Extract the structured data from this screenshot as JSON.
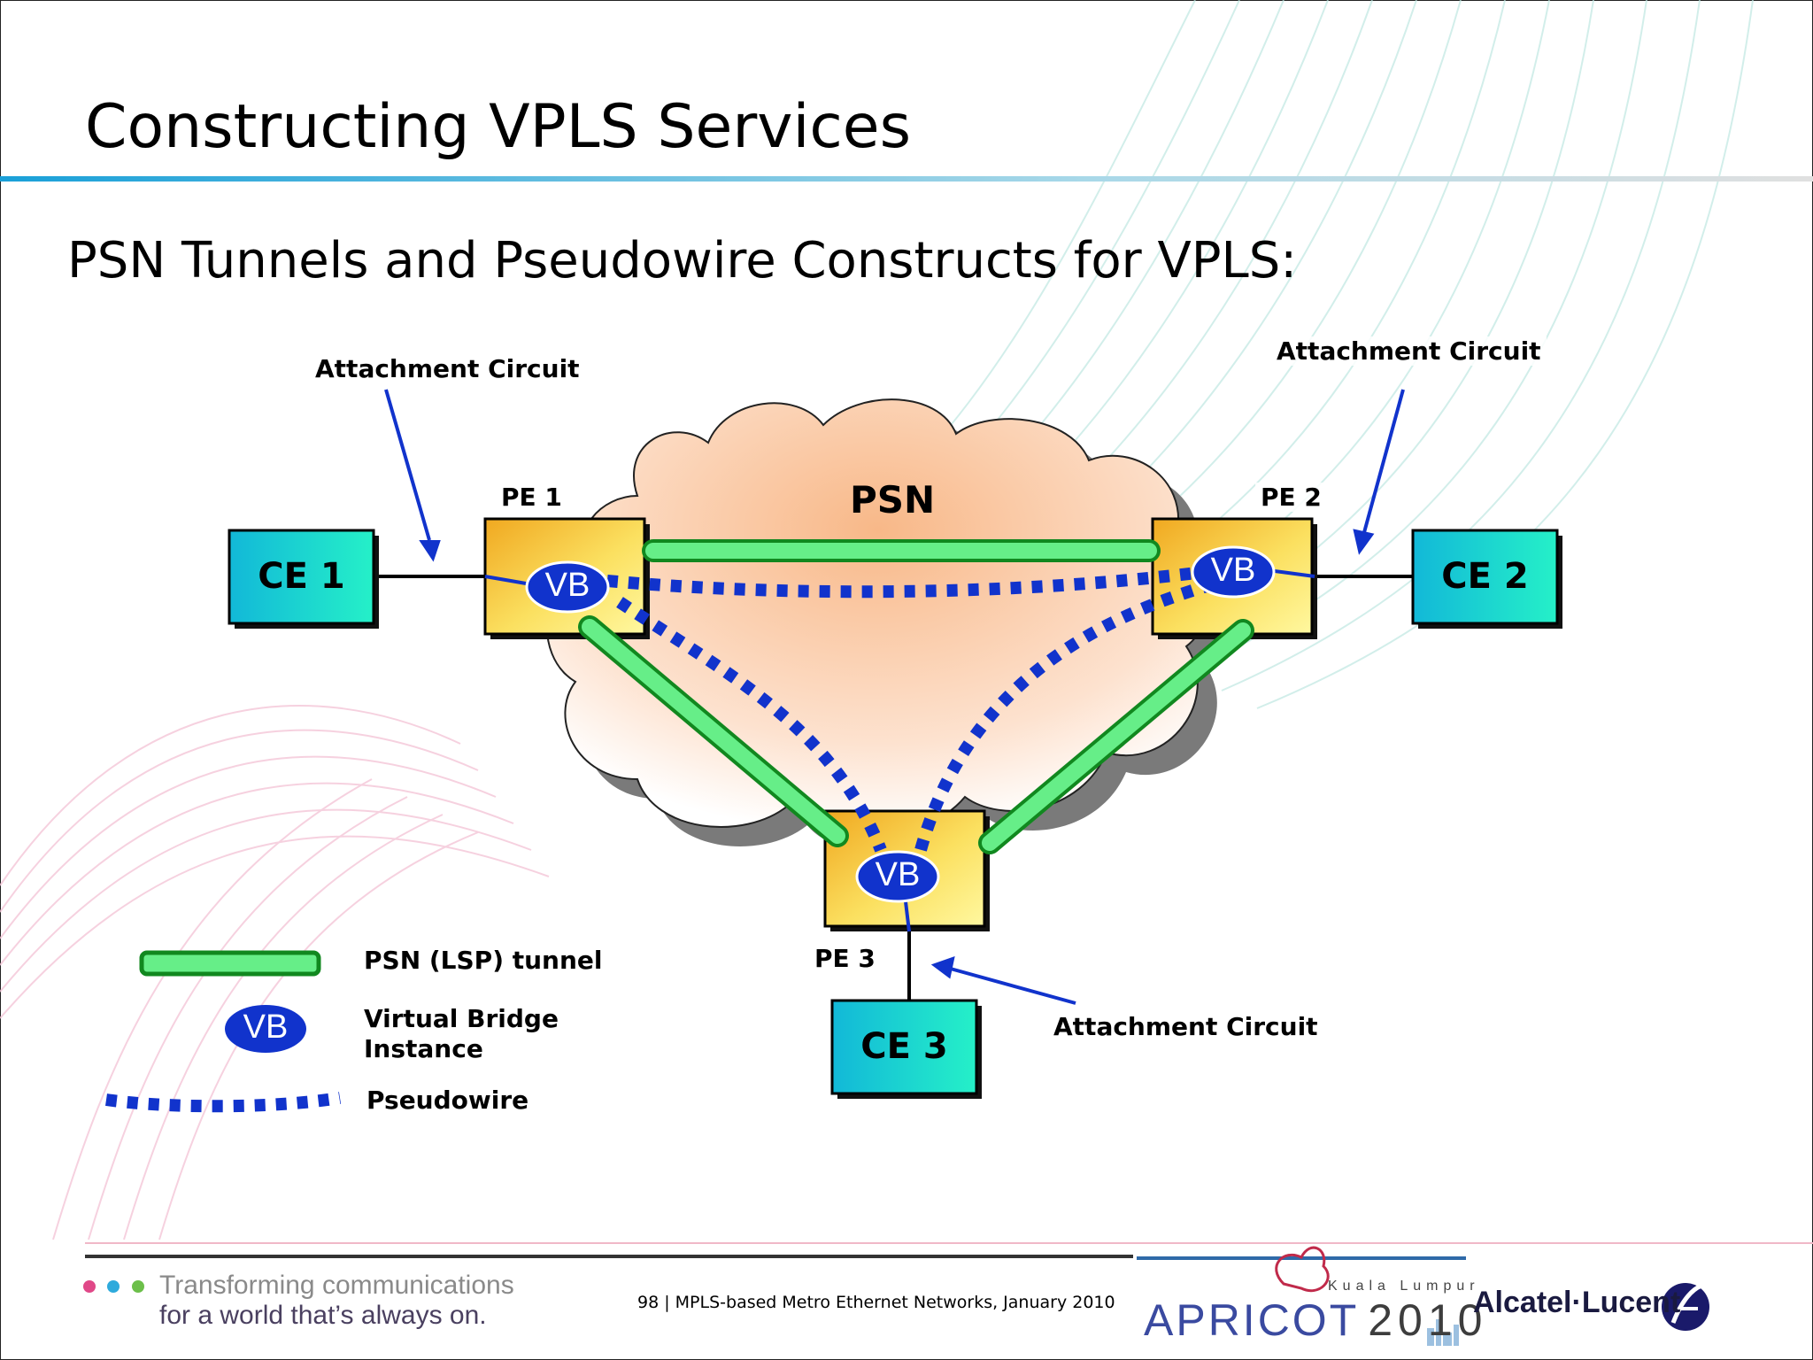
{
  "title": "Constructing VPLS Services",
  "subtitle": "PSN Tunnels and Pseudowire Constructs for VPLS:",
  "diagram": {
    "cloud_label": "PSN",
    "pe": [
      "PE 1",
      "PE 2",
      "PE 3"
    ],
    "ce": [
      "CE 1",
      "CE 2",
      "CE 3"
    ],
    "vb_label": "VB",
    "attachment_circuit_label": "Attachment Circuit"
  },
  "legend": {
    "tunnel": "PSN (LSP) tunnel",
    "vb_line1": "Virtual Bridge",
    "vb_line2": "Instance",
    "pseudowire": "Pseudowire",
    "vb_symbol": "VB"
  },
  "footer": {
    "tagline1": "Transforming communications",
    "tagline2": "for a world that’s always on.",
    "page_text": "98 | MPLS-based Metro Ethernet Networks, January 2010",
    "event_city": "Kuala Lumpur",
    "event_name": "APRICOT",
    "event_year": "2010",
    "company": "Alcatel·Lucent"
  },
  "colors": {
    "tunnel_green": "#66ee88",
    "tunnel_stroke": "#11881f",
    "pseudowire_blue": "#1133cc",
    "pe_box": "#f5c43a",
    "ce_box": "#17c8d6",
    "cloud": "#f8c8a0"
  }
}
